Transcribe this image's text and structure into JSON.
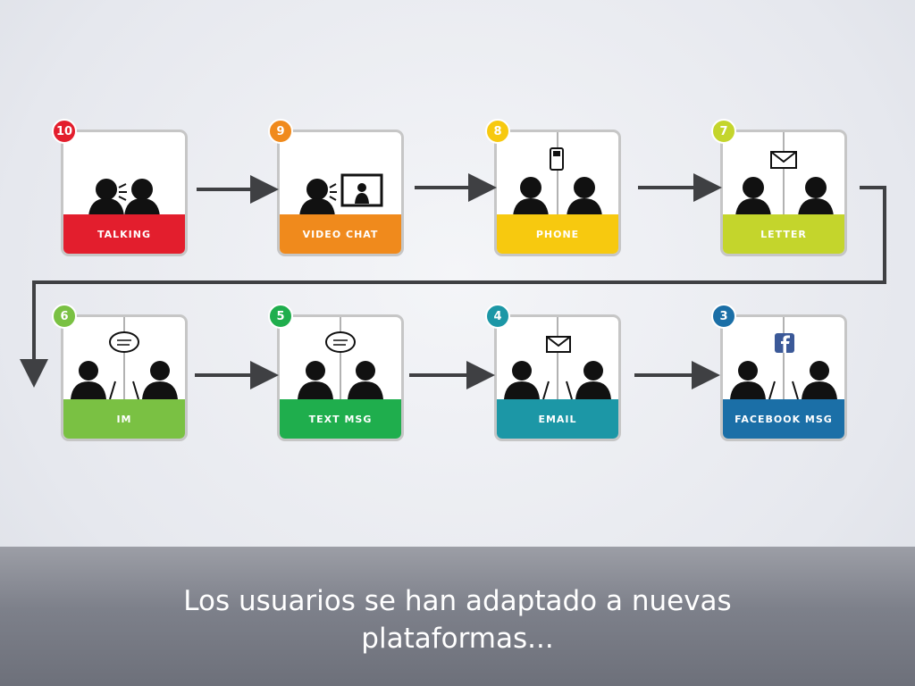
{
  "colors": {
    "talking": "#e31e2d",
    "video_chat": "#f08a1c",
    "phone": "#f7c90f",
    "letter": "#c4d52c",
    "im": "#7ac143",
    "text_msg": "#1fae4d",
    "email": "#1c97a6",
    "facebook_msg": "#1b6fa7",
    "arrow": "#3f4043",
    "caption_text": "#ffffff"
  },
  "steps": [
    {
      "number": "10",
      "label": "TALKING"
    },
    {
      "number": "9",
      "label": "VIDEO CHAT"
    },
    {
      "number": "8",
      "label": "PHONE"
    },
    {
      "number": "7",
      "label": "LETTER"
    },
    {
      "number": "6",
      "label": "IM"
    },
    {
      "number": "5",
      "label": "TEXT MSG"
    },
    {
      "number": "4",
      "label": "EMAIL"
    },
    {
      "number": "3",
      "label": "FACEBOOK MSG"
    }
  ],
  "caption": {
    "line1": "Los usuarios se han adaptado a nuevas",
    "line2": "plataformas..."
  }
}
